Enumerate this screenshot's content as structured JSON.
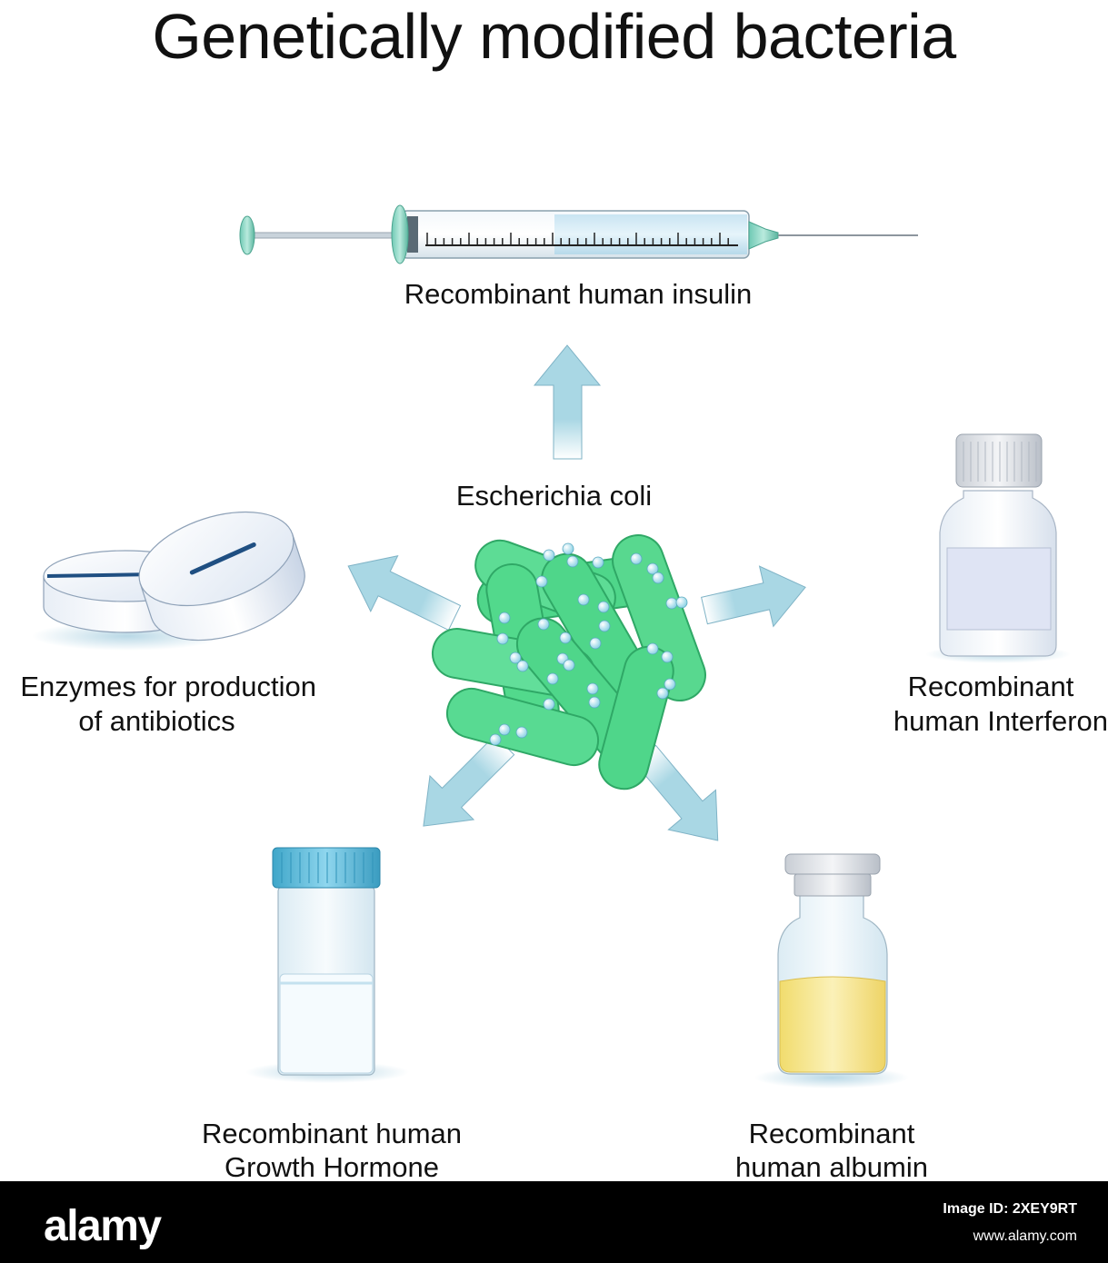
{
  "title": "Genetically modified bacteria",
  "center_label": "Escherichia coli",
  "products": {
    "insulin": {
      "label": "Recombinant human insulin"
    },
    "interferon": {
      "line1": "Recombinant",
      "line2": "human Interferon"
    },
    "albumin": {
      "line1": "Recombinant",
      "line2": "human albumin"
    },
    "growth_hormone": {
      "line1": "Recombinant human",
      "line2": "Growth Hormone"
    },
    "enzymes": {
      "line1": "Enzymes for production",
      "line2": "of antibiotics"
    }
  },
  "footer": {
    "logo": "alamy",
    "image_id": "Image ID: 2XEY9RT",
    "url": "www.alamy.com"
  },
  "colors": {
    "bacteria": "#4fd68a",
    "arrow": "#a9d7e4",
    "liquid_albumin": "#f6e48a",
    "cap_blue": "#5ab8d6"
  }
}
